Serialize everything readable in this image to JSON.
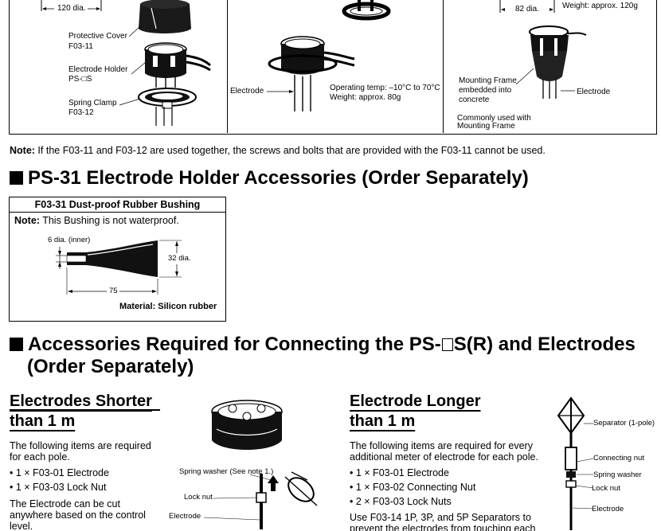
{
  "top_table": {
    "col1": {
      "dim_120": "120 dia.",
      "protective_cover": "Protective Cover",
      "protective_cover_code": "F03-11",
      "electrode_holder": "Electrode Holder",
      "electrode_holder_code": "PS-□S",
      "spring_clamp": "Spring Clamp",
      "spring_clamp_code": "F03-12"
    },
    "col2": {
      "electrode": "Electrode",
      "operating_temp": "Operating temp: –10°C to 70°C",
      "weight": "Weight: approx. 80g"
    },
    "col3": {
      "dim_82": "82 dia.",
      "weight": "Weight: approx. 120g",
      "mounting_frame_l1": "Mounting Frame",
      "mounting_frame_l2": "embedded into",
      "mounting_frame_l3": "concrete",
      "electrode": "Electrode",
      "commonly_l1": "Commonly used with",
      "commonly_l2": "Mounting Frame"
    }
  },
  "note1": {
    "label": "Note:",
    "text": " If the F03-11 and F03-12 are used together, the screws and bolts that are provided with the F03-11 cannot be used."
  },
  "section1": {
    "title": "PS-31 Electrode Holder Accessories (Order Separately)"
  },
  "bushing": {
    "header": "F03-31 Dust-proof Rubber Bushing",
    "note_label": "Note:",
    "note_text": " This Bushing is not waterproof.",
    "dim_inner": "6 dia. (inner)",
    "dim_outer": "32 dia.",
    "dim_length": "75",
    "material": "Material: Silicon rubber"
  },
  "section2": {
    "title_part1": "Accessories Required for Connecting the PS-",
    "title_part2": "S(R) and Electrodes",
    "title_line2": "(Order Separately)"
  },
  "shorter": {
    "heading_l1": "Electrodes Shorter",
    "heading_l2": "than 1 m",
    "intro_l1": "The following items are required",
    "intro_l2": "for each pole.",
    "items": [
      "1 × F03-01 Electrode",
      "1 × F03-03 Lock Nut"
    ],
    "cut_l1": "The Electrode can be cut",
    "cut_l2": "anywhere based on the control",
    "cut_l3": "level.",
    "fig_spring_washer": "Spring washer (See note 1.)",
    "fig_lock_nut": "Lock nut",
    "fig_electrode": "Electrode"
  },
  "longer": {
    "heading_l1": "Electrode Longer",
    "heading_l2": "than 1 m",
    "intro_l1": "The following items are required for every",
    "intro_l2": "additional meter of electrode for each pole.",
    "items": [
      "1 × F03-01 Electrode",
      "1 × F03-02 Connecting Nut",
      "2 × F03-03 Lock Nuts"
    ],
    "use_l1": "Use F03-14 1P, 3P, and 5P Separators to",
    "use_l2": "prevent the electrodes from touching each",
    "fig_separator": "Separator (1-pole)",
    "fig_connecting_nut": "Connecting nut",
    "fig_spring_washer": "Spring washer",
    "fig_lock_nut": "Lock nut",
    "fig_electrode": "Electrode"
  }
}
